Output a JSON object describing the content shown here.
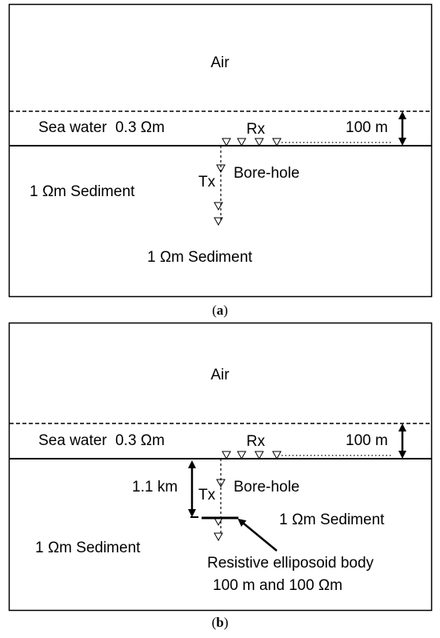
{
  "panel_a": {
    "air": "Air",
    "sea_water": "Sea water  0.3 Ωm",
    "rx": "Rx",
    "depth_label": "100 m",
    "tx": "Tx",
    "borehole": "Bore-hole",
    "sediment_left": "1 Ωm Sediment",
    "sediment_bottom": "1 Ωm Sediment",
    "caption_open": "(",
    "caption_letter": "a",
    "caption_close": ")"
  },
  "panel_b": {
    "air": "Air",
    "sea_water": "Sea water  0.3 Ωm",
    "rx": "Rx",
    "depth_label": "100 m",
    "tx": "Tx",
    "borehole": "Bore-hole",
    "km_label": "1.1 km",
    "sediment_right": "1 Ωm Sediment",
    "sediment_left": "1 Ωm Sediment",
    "body_line1": "Resistive elliposoid body",
    "body_line2": "100 m and 100 Ωm",
    "caption_open": "(",
    "caption_letter": "b",
    "caption_close": ")"
  }
}
